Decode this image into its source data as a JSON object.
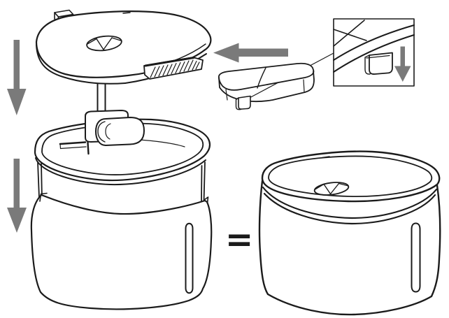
{
  "diagram": {
    "type": "assembly-instructions",
    "background_color": "#ffffff",
    "line_color": "#1b1b1b",
    "arrow_color": "#7a7a7a",
    "equals_sign": "=",
    "parts": [
      {
        "name": "top-cover-with-pump"
      },
      {
        "name": "inner-reservoir"
      },
      {
        "name": "outer-tank"
      },
      {
        "name": "filter-tray"
      },
      {
        "name": "assembled-fountain"
      }
    ],
    "arrows": [
      {
        "name": "arrow-down-step1",
        "direction": "down"
      },
      {
        "name": "arrow-down-step2",
        "direction": "down"
      },
      {
        "name": "arrow-insert-tray",
        "direction": "left"
      },
      {
        "name": "arrow-callout-slide",
        "direction": "down"
      }
    ],
    "callout": {
      "name": "tab-slot-detail"
    }
  }
}
